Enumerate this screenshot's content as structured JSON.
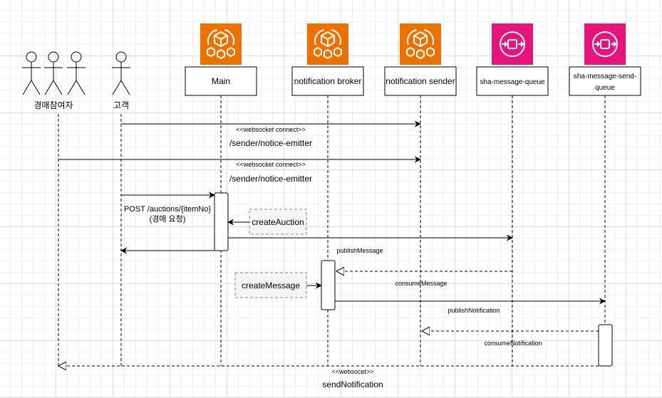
{
  "participants": [
    {
      "id": "bidders",
      "label": "경매참여자",
      "kind": "actor-group"
    },
    {
      "id": "customer",
      "label": "고객",
      "kind": "actor"
    },
    {
      "id": "main",
      "label": "Main",
      "kind": "service",
      "icon": "aws-ecs-icon",
      "color": "#ED7100"
    },
    {
      "id": "broker",
      "label": "notification broker",
      "kind": "service",
      "icon": "aws-ecs-icon",
      "color": "#ED7100"
    },
    {
      "id": "sender",
      "label": "notification sender",
      "kind": "service",
      "icon": "aws-ecs-icon",
      "color": "#ED7100"
    },
    {
      "id": "queue",
      "label": "sha-message-queue",
      "kind": "queue",
      "icon": "aws-sqs-icon",
      "color": "#E7157B"
    },
    {
      "id": "send_queue",
      "label_line1": "sha-message-send-",
      "label_line2": "queue",
      "kind": "queue",
      "icon": "aws-sqs-icon",
      "color": "#E7157B"
    }
  ],
  "messages": [
    {
      "id": "ws1",
      "from": "customer",
      "to": "sender",
      "stereotype": "<<websocket connect>>",
      "label": "/sender/notice-emitter",
      "style": "solid"
    },
    {
      "id": "ws2",
      "from": "bidders",
      "to": "sender",
      "stereotype": "<<websocket connect>>",
      "label": "/sender/notice-emitter",
      "style": "solid"
    },
    {
      "id": "post",
      "from": "customer",
      "to": "main",
      "label_line1": "POST /auctions/{itemNo}",
      "label_line2": "(경매 요청)",
      "style": "solid"
    },
    {
      "id": "create_auction",
      "note": "createAuction"
    },
    {
      "id": "publish",
      "from": "main",
      "to": "queue",
      "label": "publishMessage",
      "style": "solid"
    },
    {
      "id": "response",
      "from": "main",
      "to": "customer",
      "style": "solid"
    },
    {
      "id": "consume",
      "from": "queue",
      "to": "broker",
      "label": "consumeMessage",
      "style": "dashed"
    },
    {
      "id": "create_message",
      "note": "createMessage"
    },
    {
      "id": "publish_notification",
      "from": "broker",
      "to": "send_queue",
      "label": "publishNotification",
      "style": "solid"
    },
    {
      "id": "consume_notification",
      "from": "send_queue",
      "to": "sender",
      "label": "consumeNotification",
      "style": "dashed"
    },
    {
      "id": "send_notification",
      "from": "send_queue",
      "to": "bidders",
      "stereotype": "<<websocet>>",
      "label": "sendNotification",
      "style": "dashed"
    }
  ]
}
